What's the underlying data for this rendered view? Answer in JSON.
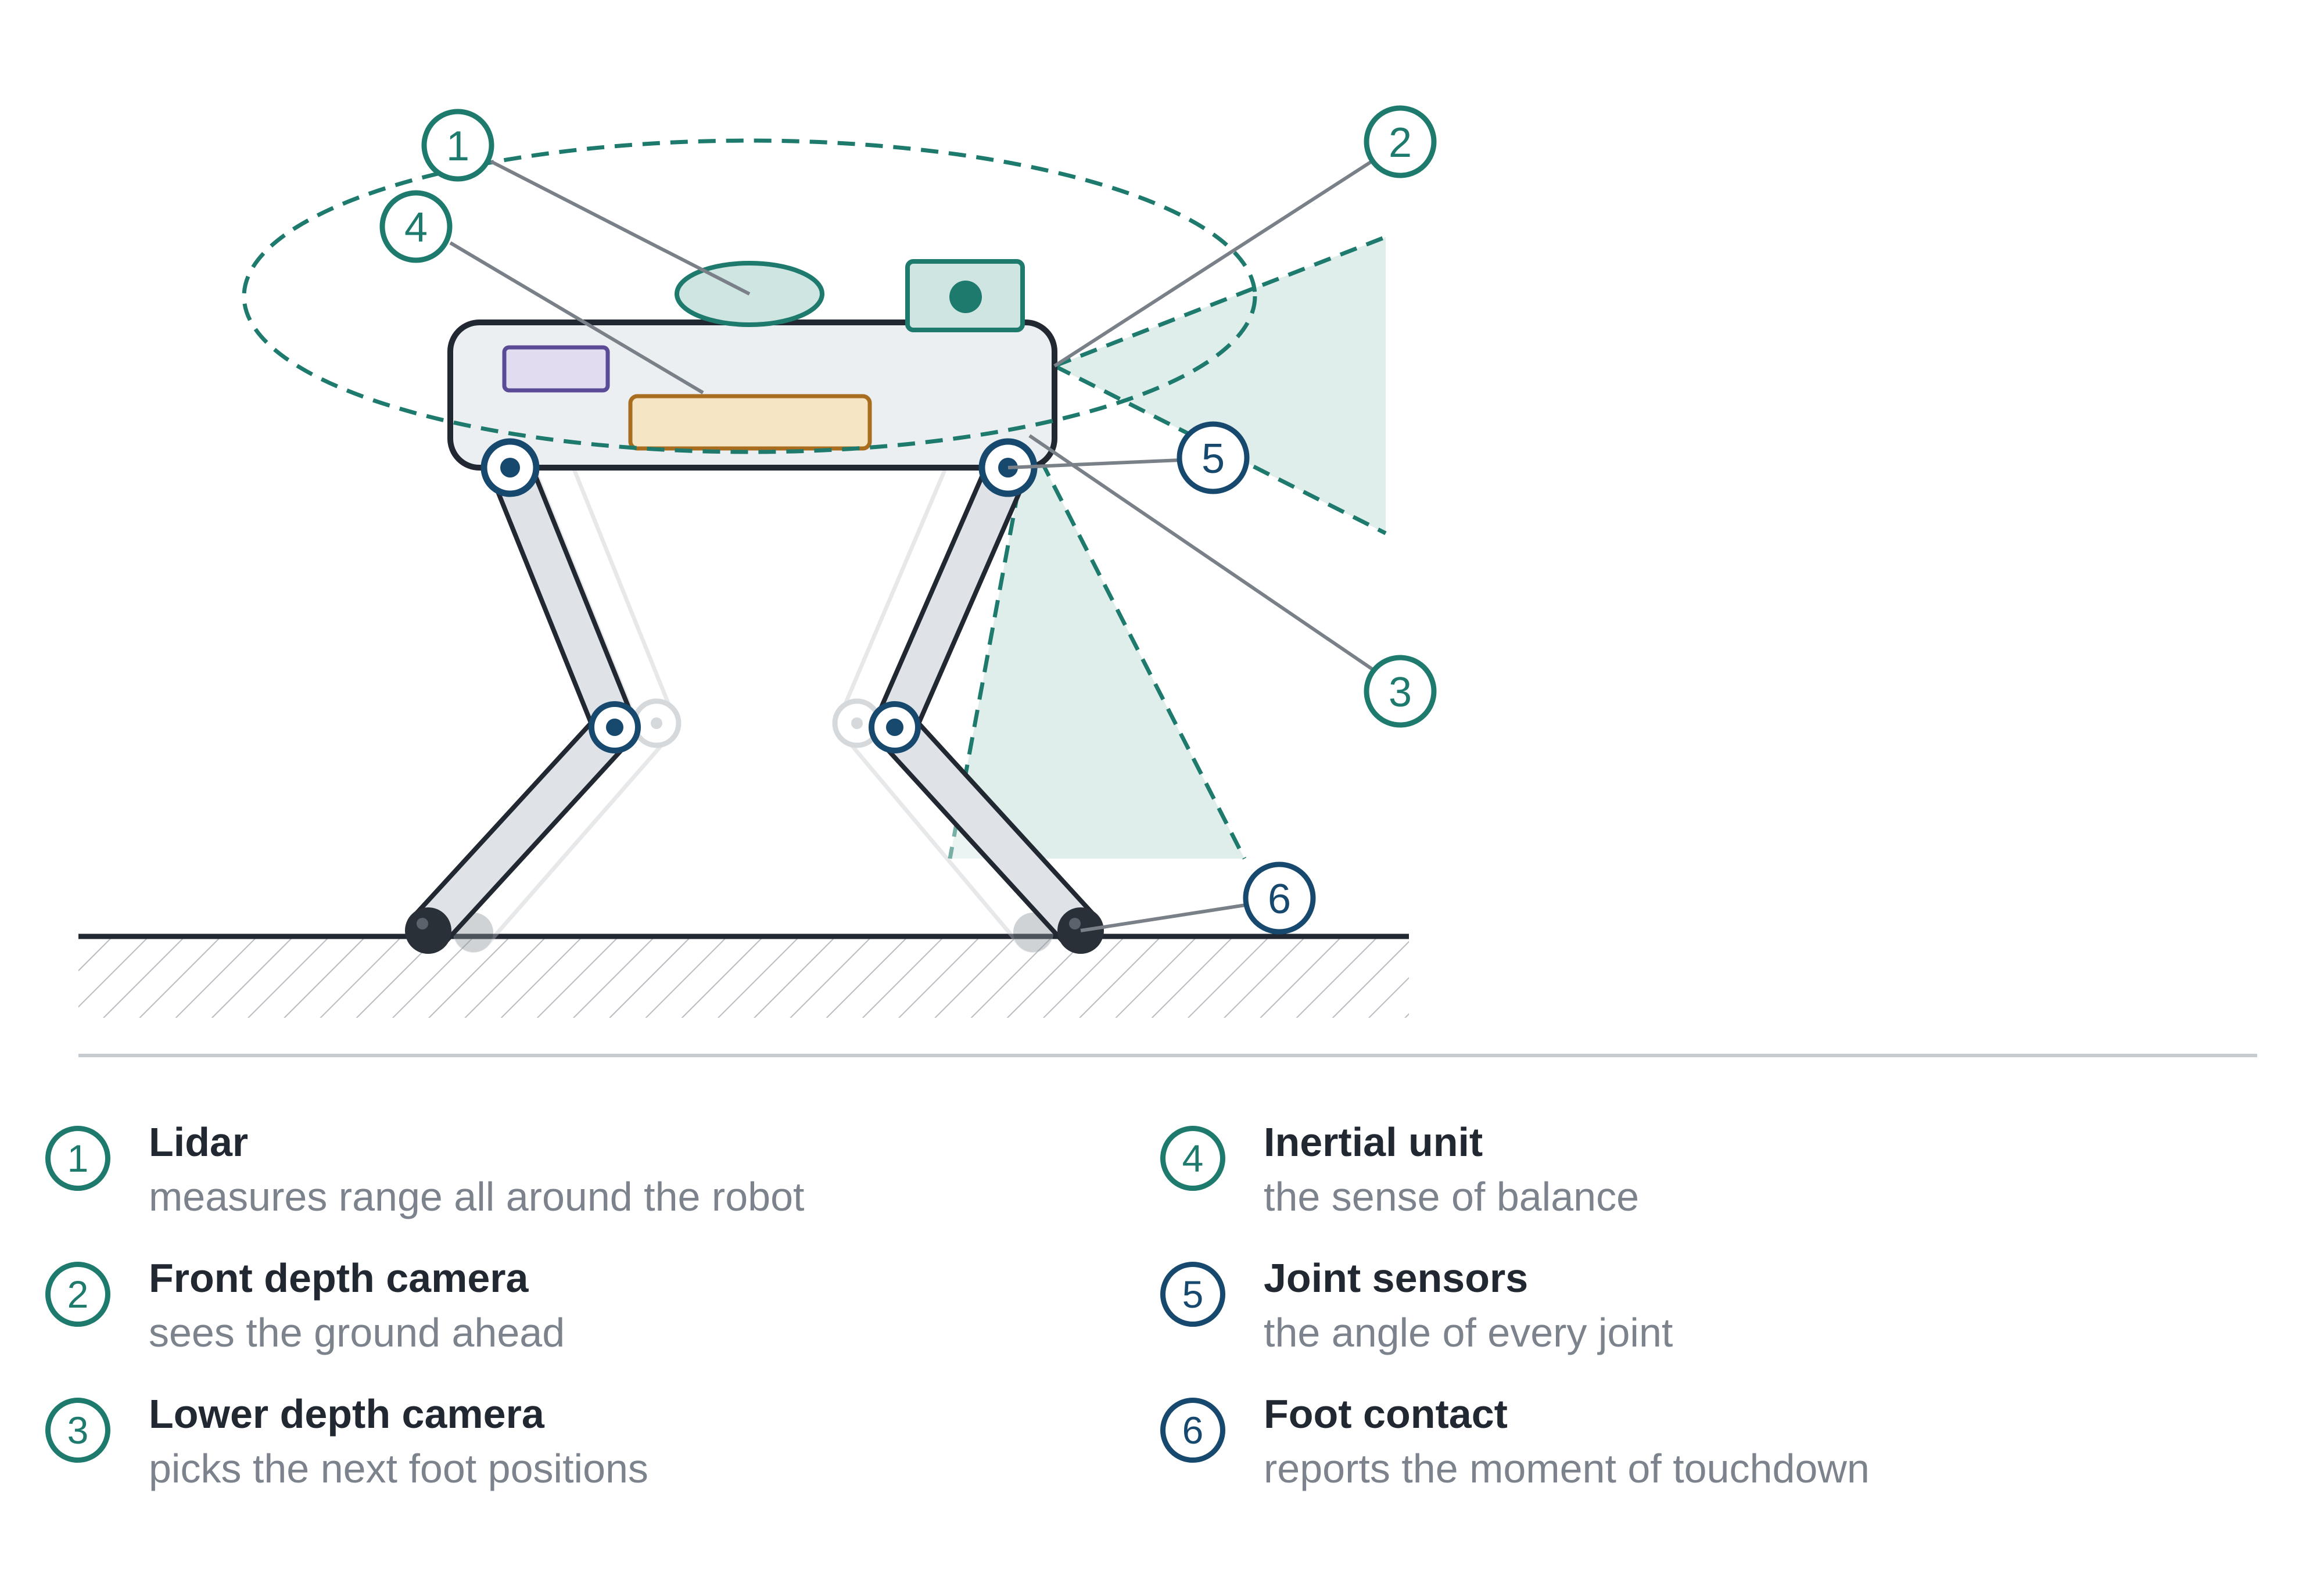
{
  "colors": {
    "teal": "#1d7a6d",
    "navy": "#17486e",
    "leader": "#7a8087",
    "outline": "#222831",
    "body_fill": "#eceff2",
    "leg_fill": "#dfe3e8",
    "fov_fill": "#dfeeeb",
    "lidar_fill": "#cfe5e1",
    "imu_fill": "#f6e5c4",
    "imu_stroke": "#a86d1f",
    "panel_fill": "#e2dcf1",
    "panel_stroke": "#5b4b96",
    "hatch": "#b8bcc1",
    "divider": "#c6cbcf",
    "title_text": "#222831",
    "desc_text": "#7c838c"
  },
  "markers": [
    {
      "id": "1",
      "kind": "teal"
    },
    {
      "id": "2",
      "kind": "teal"
    },
    {
      "id": "3",
      "kind": "teal"
    },
    {
      "id": "4",
      "kind": "teal"
    },
    {
      "id": "5",
      "kind": "navy"
    },
    {
      "id": "6",
      "kind": "navy"
    }
  ],
  "legend": [
    {
      "number": "1",
      "title": "Lidar",
      "description": "measures range all around the robot",
      "kind": "teal"
    },
    {
      "number": "2",
      "title": "Front depth camera",
      "description": "sees the ground ahead",
      "kind": "teal"
    },
    {
      "number": "3",
      "title": "Lower depth camera",
      "description": "picks the next foot positions",
      "kind": "teal"
    },
    {
      "number": "4",
      "title": "Inertial unit",
      "description": "the sense of balance",
      "kind": "teal"
    },
    {
      "number": "5",
      "title": "Joint sensors",
      "description": "the angle of every joint",
      "kind": "navy"
    },
    {
      "number": "6",
      "title": "Foot contact",
      "description": "reports the moment of touchdown",
      "kind": "navy"
    }
  ]
}
